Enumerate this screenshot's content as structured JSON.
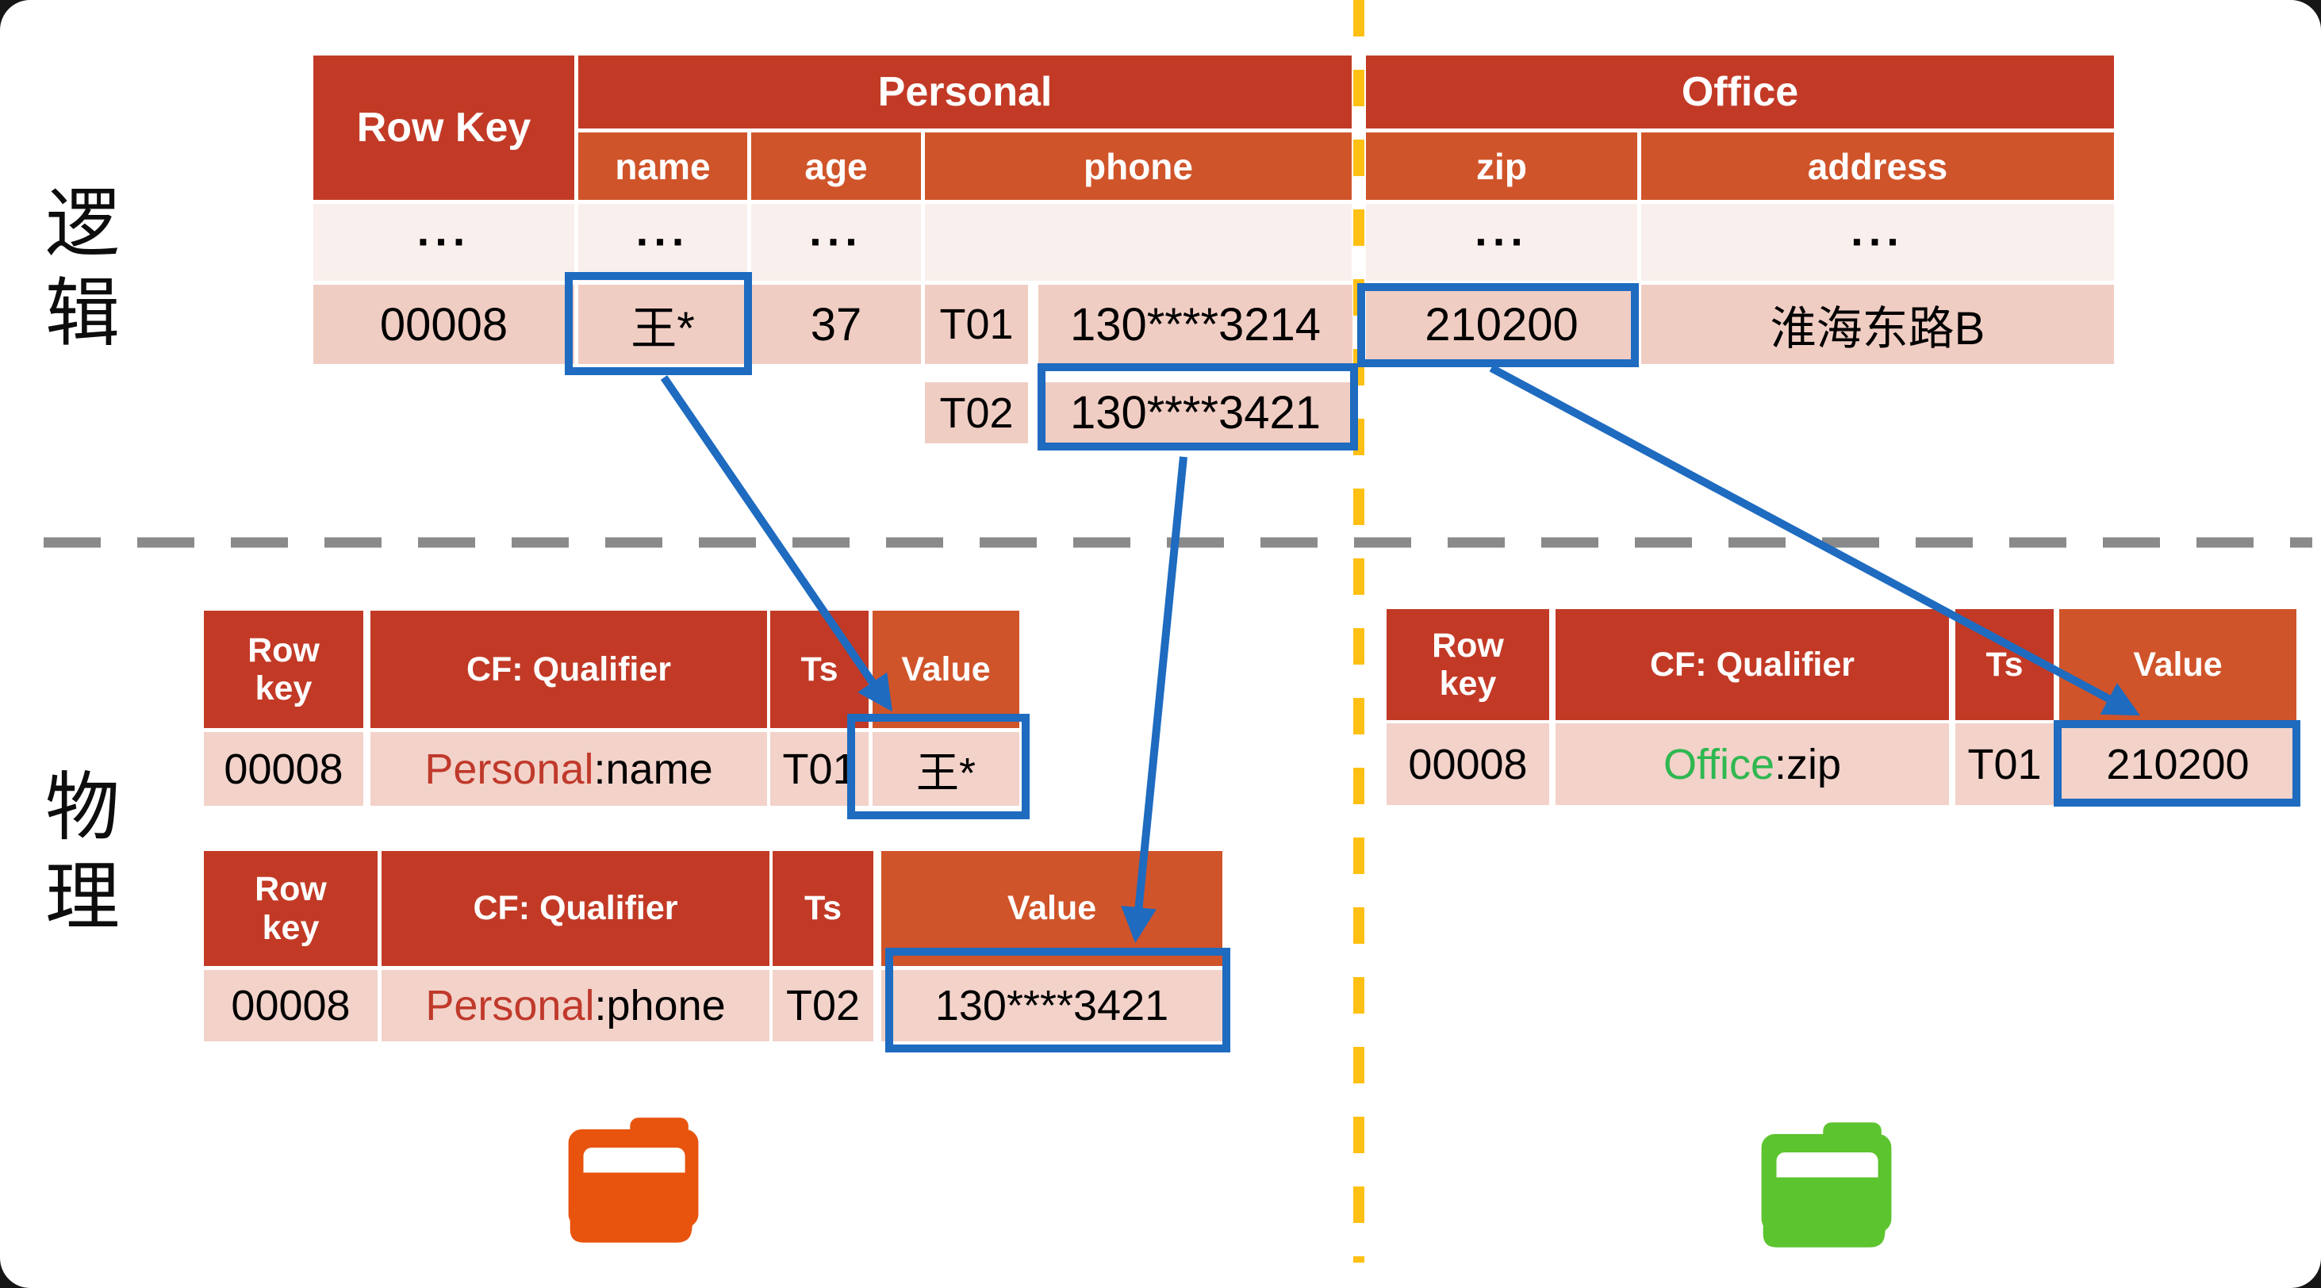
{
  "section_labels": {
    "logical": "逻辑",
    "physical": "物理"
  },
  "ellipsis": "...",
  "logical_table": {
    "row_key_header": "Row Key",
    "personal_family": "Personal",
    "office_family": "Office",
    "columns": {
      "name": "name",
      "age": "age",
      "phone": "phone",
      "zip": "zip",
      "address": "address"
    },
    "row": {
      "row_key": "00008",
      "name": "王*",
      "age": "37",
      "phone_versions": [
        {
          "ts": "T01",
          "value": "130****3214"
        },
        {
          "ts": "T02",
          "value": "130****3421"
        }
      ],
      "zip": "210200",
      "address": "淮海东路B"
    }
  },
  "physical": {
    "headers": {
      "row_key": "Row key",
      "cf_qualifier": "CF: Qualifier",
      "ts": "Ts",
      "value": "Value"
    },
    "tables": [
      {
        "row_key": "00008",
        "cf": "Personal",
        "qualifier": ":name",
        "ts": "T01",
        "value": "王*"
      },
      {
        "row_key": "00008",
        "cf": "Personal",
        "qualifier": ":phone",
        "ts": "T02",
        "value": "130****3421"
      },
      {
        "row_key": "00008",
        "cf": "Office",
        "qualifier": ":zip",
        "ts": "T01",
        "value": "210200"
      }
    ]
  },
  "icons": {
    "personal_store": "open-folder-orange-icon",
    "office_store": "open-folder-green-icon"
  },
  "colors": {
    "header_red": "#C23A26",
    "header_orange": "#D0542A",
    "row_light": "#F9EFEC",
    "row_pink": "#F0CDC3",
    "physical_row_pink": "#F2D2C9",
    "annotation_blue": "#1E6BC0",
    "divider_yellow": "#FFC013",
    "divider_gray": "#8A8A8A",
    "cf_personal_red": "#C0392B",
    "cf_office_green": "#2FB750",
    "folder_orange": "#E8540D",
    "folder_green": "#5CC42E"
  }
}
